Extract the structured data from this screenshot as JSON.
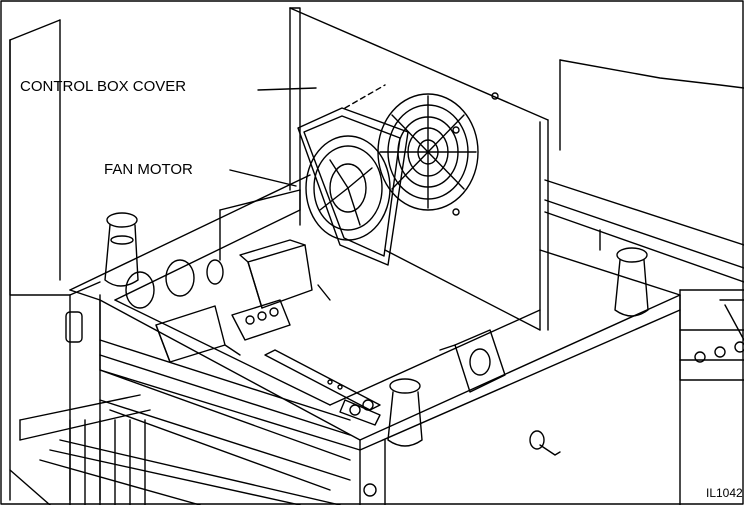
{
  "labels": {
    "control_box_cover": "CONTROL BOX COVER",
    "fan_motor": "FAN MOTOR",
    "illustration_id": "IL1042"
  },
  "colors": {
    "line": "#000000",
    "background": "#ffffff",
    "shade": "#d8d8d8"
  }
}
